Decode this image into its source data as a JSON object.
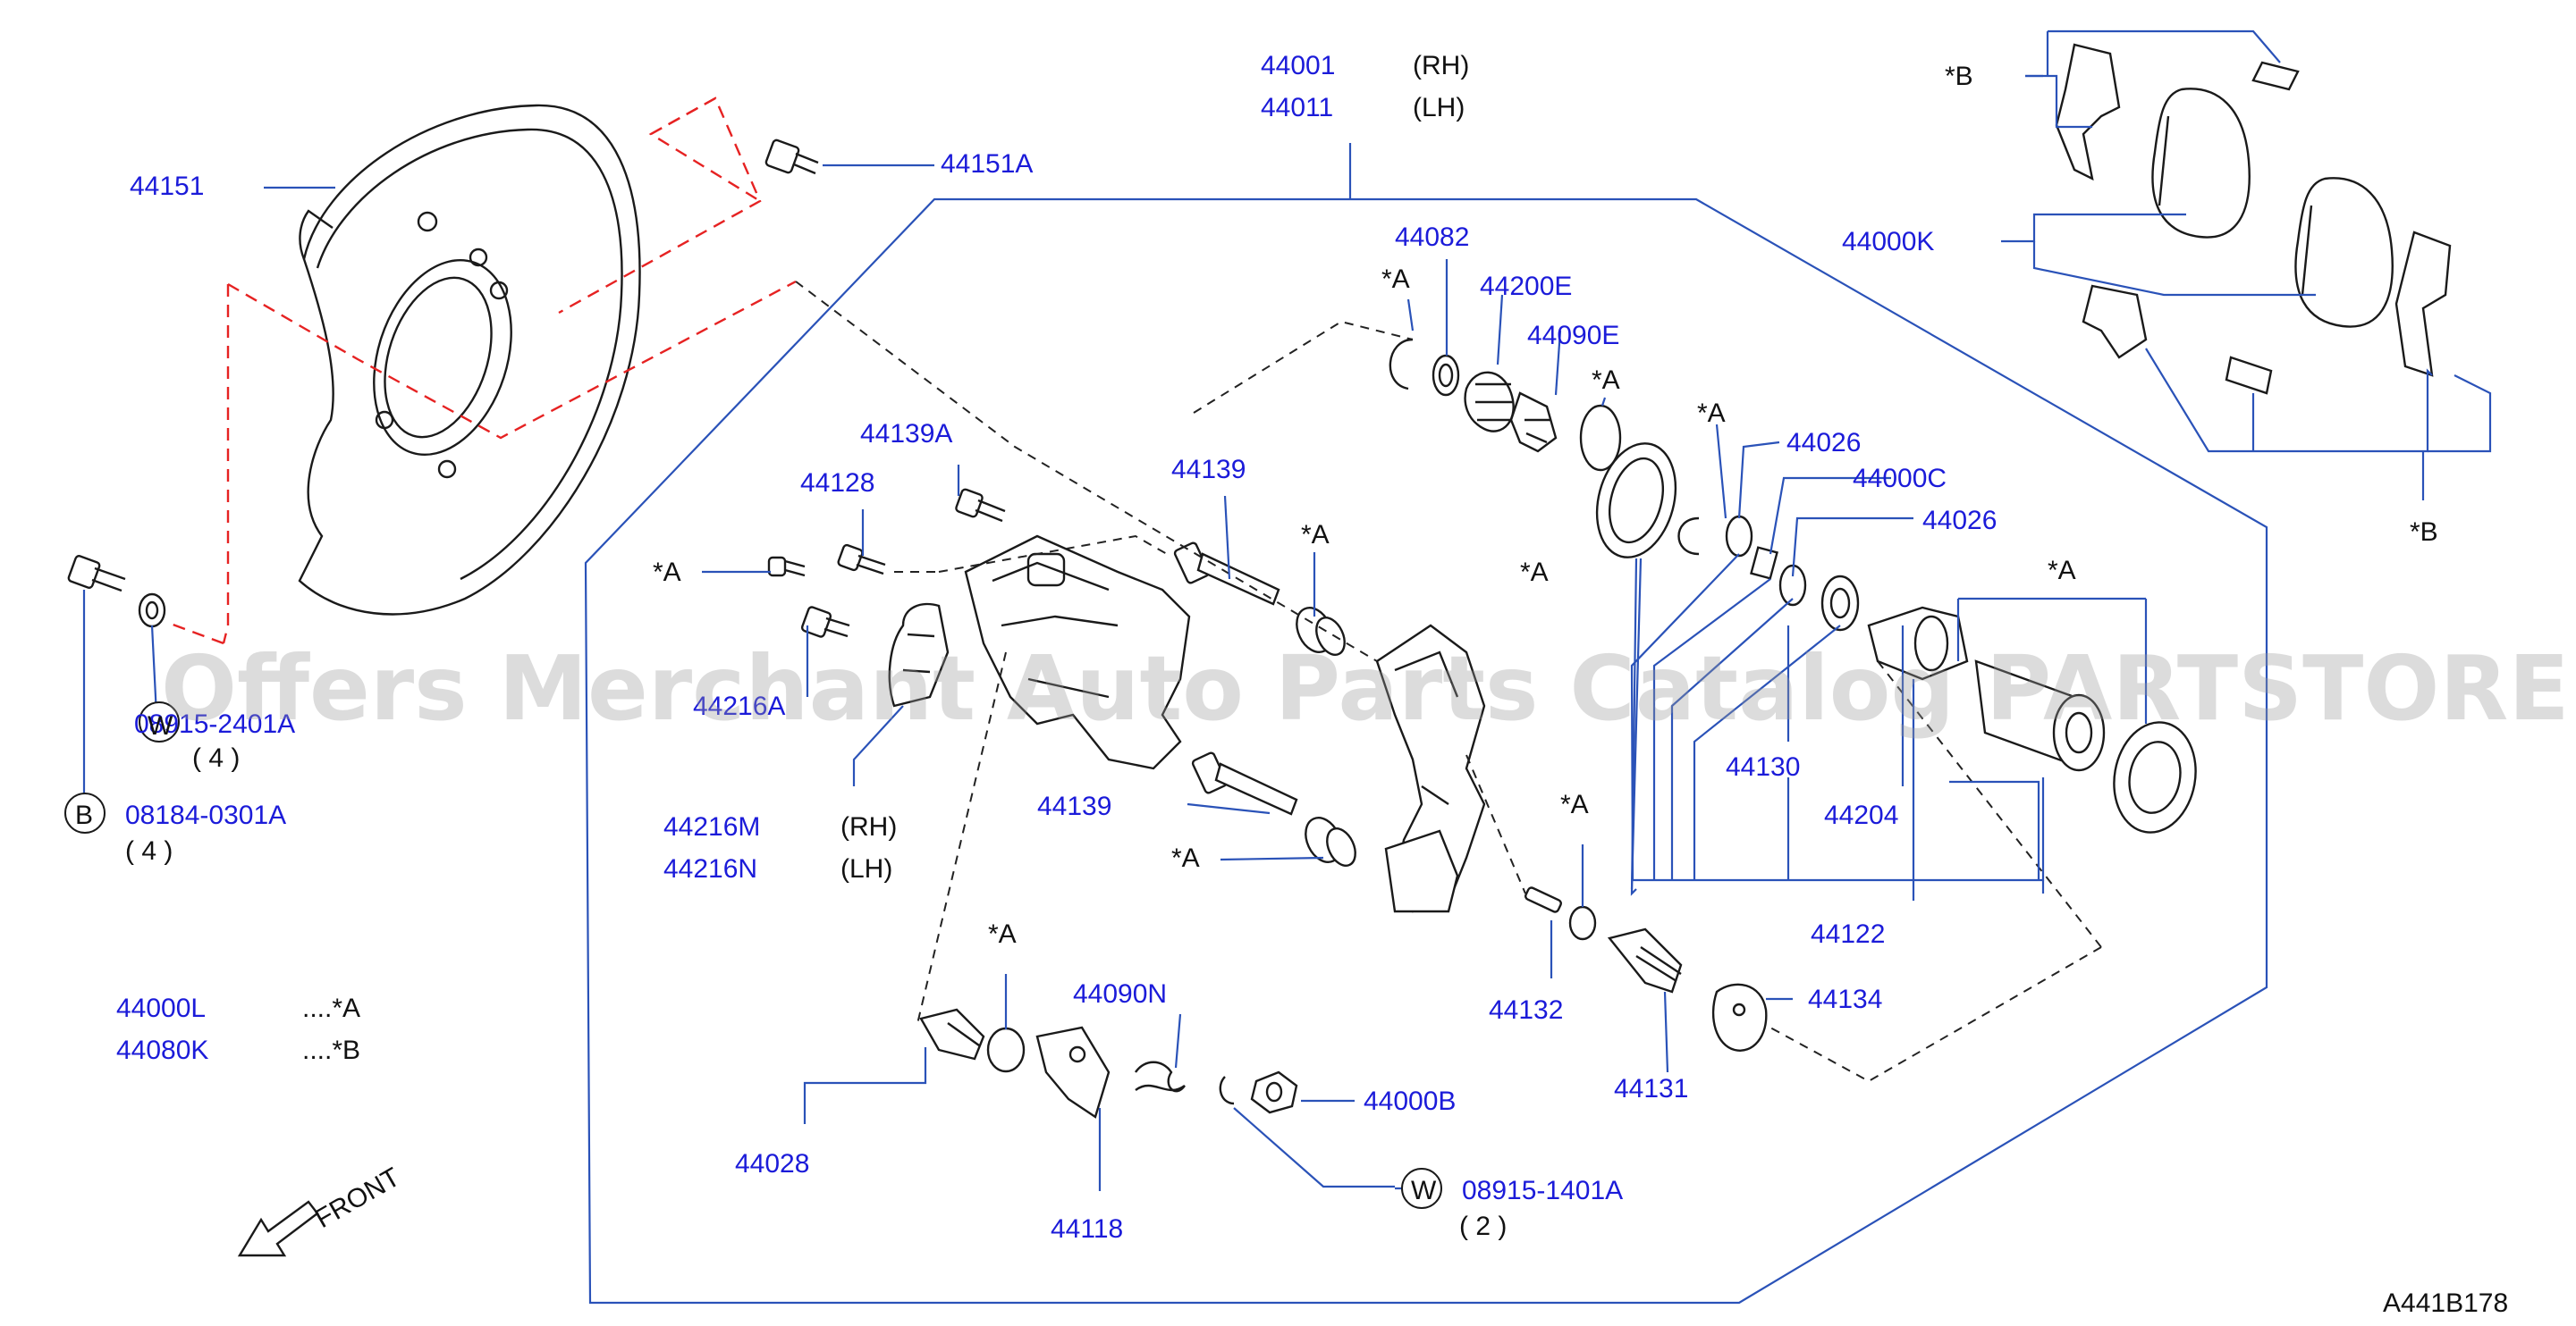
{
  "parts": {
    "p44001": "44001",
    "p44001_side": "(RH)",
    "p44011": "44011",
    "p44011_side": "(LH)",
    "p44151": "44151",
    "p44151A": "44151A",
    "p44082": "44082",
    "p44200E": "44200E",
    "p44090E": "44090E",
    "p44026a": "44026",
    "p44000C": "44000C",
    "p44026b": "44026",
    "p44139A": "44139A",
    "p44128": "44128",
    "p44139a": "44139",
    "p44139b": "44139",
    "p44216A": "44216A",
    "p44216M": "44216M",
    "p44216M_side": "(RH)",
    "p44216N": "44216N",
    "p44216N_side": "(LH)",
    "p44130": "44130",
    "p44204": "44204",
    "p44122": "44122",
    "p44132": "44132",
    "p44134": "44134",
    "p44131": "44131",
    "p44090N": "44090N",
    "p44000B": "44000B",
    "p44028": "44028",
    "p44118": "44118",
    "p08915_2401A": "08915-2401A",
    "qty_2401A": "( 4 )",
    "p08184_0301A": "08184-0301A",
    "qty_0301A": "( 4 )",
    "p08915_1401A": "08915-1401A",
    "qty_1401A": "( 2 )",
    "p44000K": "44000K",
    "p44000L": "44000L",
    "kit_L": "....*A",
    "p44080K": "44080K",
    "kit_K": "....*B"
  },
  "marks": {
    "star_a": "*A",
    "star_b": "*B",
    "w": "W",
    "b": "B"
  },
  "front_label": "FRONT",
  "diagram_code": "A441B178",
  "watermark": "Offers Merchant Auto Parts Catalog PARTSTORE.SA",
  "colors": {
    "part_number": "#1b1bd9",
    "leader": "#2a52b8",
    "backing_plate_dash": "#e62222",
    "text": "#111111"
  }
}
